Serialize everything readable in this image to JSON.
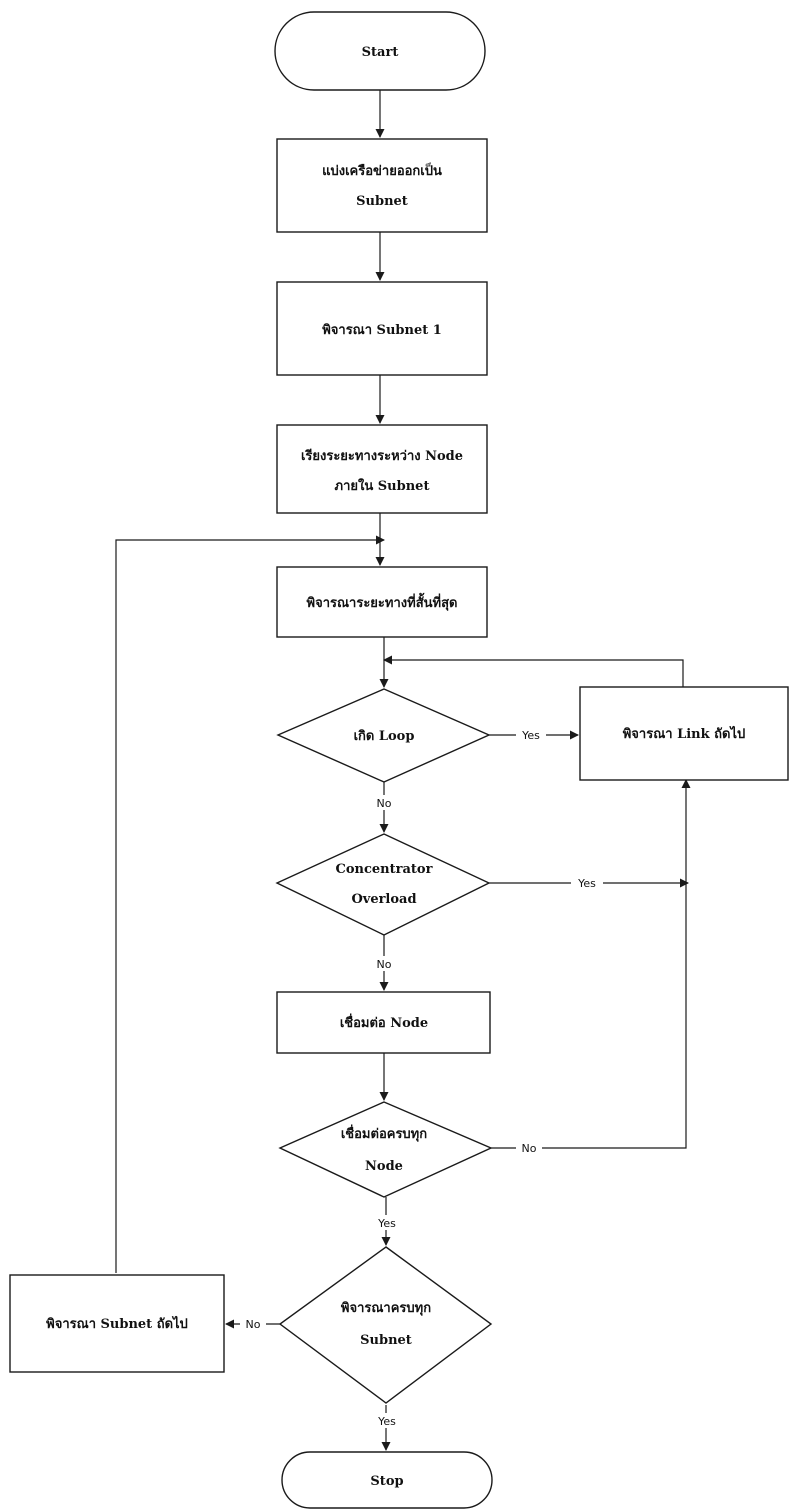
{
  "nodes": {
    "start": "Start",
    "split": [
      "แบ่งเครือข่ายออกเป็น",
      "Subnet"
    ],
    "consider_subnet_1": "พิจารณา Subnet 1",
    "sort_distance": [
      "เรียงระยะทางระหว่าง Node",
      "ภายใน Subnet"
    ],
    "shortest": "พิจารณาระยะทางที่สั้นที่สุด",
    "loop": "เกิด Loop",
    "next_link": "พิจารณา Link ถัดไป",
    "overload": [
      "Concentrator",
      "Overload"
    ],
    "connect": "เชื่อมต่อ Node",
    "all_connected": [
      "เชื่อมต่อครบทุก",
      "Node"
    ],
    "all_subnets": [
      "พิจารณาครบทุก",
      "Subnet"
    ],
    "next_subnet": "พิจารณา Subnet ถัดไป",
    "stop": "Stop"
  },
  "edges": {
    "loop_yes": "Yes",
    "loop_no": "No",
    "overload_yes": "Yes",
    "overload_no": "No",
    "connected_no": "No",
    "connected_yes": "Yes",
    "subnets_no": "No",
    "subnets_yes": "Yes"
  },
  "colors": {
    "stroke": "#1a1a1a",
    "fill": "#ffffff",
    "text": "#111111"
  }
}
